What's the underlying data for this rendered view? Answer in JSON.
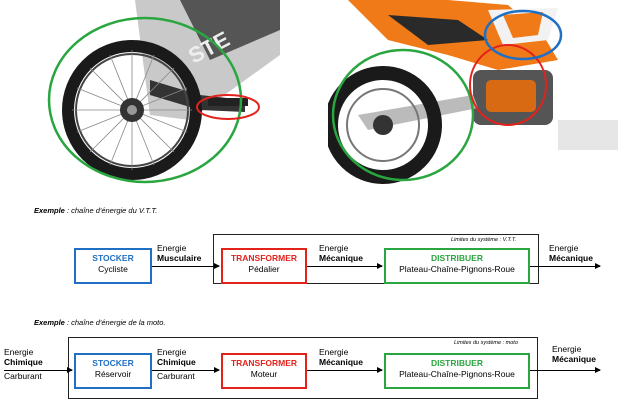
{
  "colors": {
    "stocker": "#1f6fc4",
    "transformer": "#e3221c",
    "distribuer": "#2aa640",
    "chain": "#000000"
  },
  "vtt": {
    "caption_bold": "Exemple",
    "caption_rest": " : chaîne d'énergie du V.T.T.",
    "limits": "Limites du système : V.T.T.",
    "stocker": {
      "title": "STOCKER",
      "sub": "Cycliste"
    },
    "transformer": {
      "title": "TRANSFORMER",
      "sub": "Pédalier"
    },
    "distribuer": {
      "title": "DISTRIBUER",
      "sub": "Plateau-Chaîne-Pignons-Roue"
    },
    "e1": {
      "word": "Energie",
      "type": "Musculaire"
    },
    "e2": {
      "word": "Energie",
      "type": "Mécanique"
    },
    "e3": {
      "word": "Energie",
      "type": "Mécanique"
    }
  },
  "moto": {
    "caption_bold": "Exemple",
    "caption_rest": " : chaîne d'énergie de la moto.",
    "limits": "Limites du système : moto",
    "stocker": {
      "title": "STOCKER",
      "sub": "Réservoir"
    },
    "transformer": {
      "title": "TRANSFORMER",
      "sub": "Moteur"
    },
    "distribuer": {
      "title": "DISTRIBUER",
      "sub": "Plateau-Chaîne-Pignons-Roue"
    },
    "e0": {
      "word": "Energie",
      "type": "Chimique",
      "extra": "Carburant"
    },
    "e1": {
      "word": "Energie",
      "type": "Chimique",
      "extra": "Carburant"
    },
    "e2": {
      "word": "Energie",
      "type": "Mécanique"
    },
    "e3": {
      "word": "Energie",
      "type": "Mécanique"
    }
  }
}
